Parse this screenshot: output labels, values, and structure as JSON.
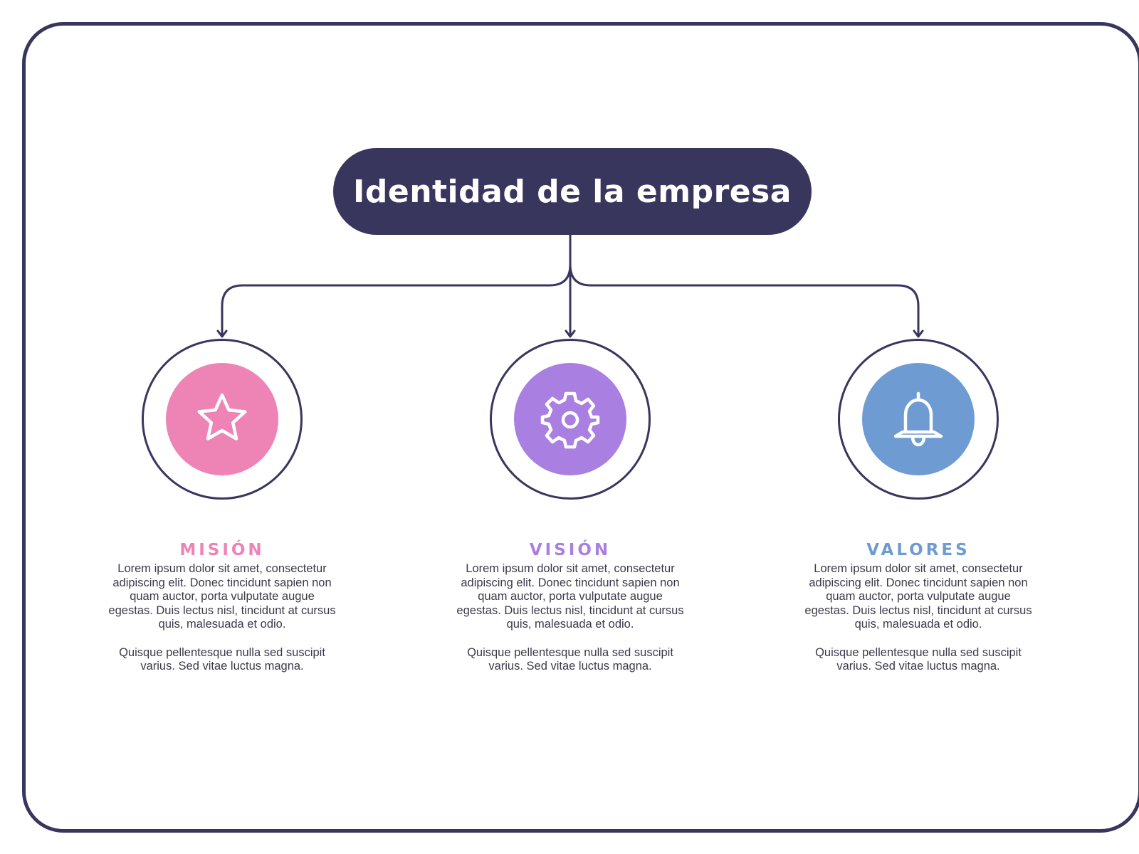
{
  "title": "Identidad de la empresa",
  "colors": {
    "dark": "#39365e",
    "pink": "#ee84b5",
    "purple": "#a97fe2",
    "blue": "#6e9bd2",
    "text": "#3a3a4a"
  },
  "columns": [
    {
      "id": "mision",
      "heading": "MISIÓN",
      "icon": "star-icon",
      "color": "#ee84b5",
      "paragraph1": "Lorem ipsum dolor sit amet, consectetur adipiscing elit. Donec tincidunt sapien non quam auctor, porta vulputate augue egestas. Duis lectus nisl, tincidunt at cursus quis, malesuada et odio.",
      "paragraph2": "Quisque pellentesque nulla sed suscipit varius. Sed vitae luctus magna."
    },
    {
      "id": "vision",
      "heading": "VISIÓN",
      "icon": "gear-icon",
      "color": "#a97fe2",
      "paragraph1": "Lorem ipsum dolor sit amet, consectetur adipiscing elit. Donec tincidunt sapien non quam auctor, porta vulputate augue egestas. Duis lectus nisl, tincidunt at cursus quis, malesuada et odio.",
      "paragraph2": "Quisque pellentesque nulla sed suscipit varius. Sed vitae luctus magna."
    },
    {
      "id": "valores",
      "heading": "VALORES",
      "icon": "bell-icon",
      "color": "#6e9bd2",
      "paragraph1": "Lorem ipsum dolor sit amet, consectetur adipiscing elit. Donec tincidunt sapien non quam auctor, porta vulputate augue egestas. Duis lectus nisl, tincidunt at cursus quis, malesuada et odio.",
      "paragraph2": "Quisque pellentesque nulla sed suscipit varius. Sed vitae luctus magna."
    }
  ]
}
